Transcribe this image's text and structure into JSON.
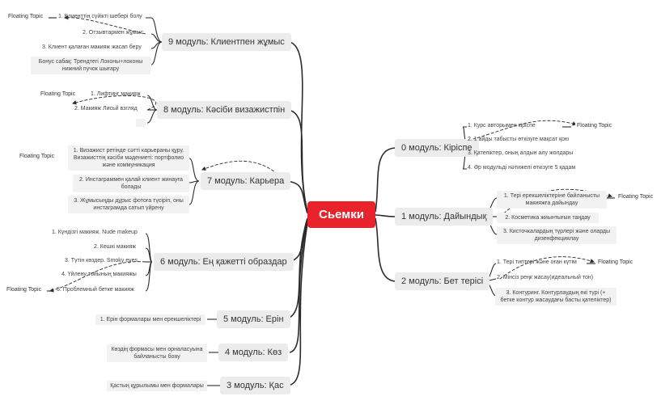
{
  "central": "Сьемки",
  "modules": {
    "m0": {
      "title": "0 модуль: Кіріспе",
      "items": [
        "1. Курс авторымен кіріспе",
        "2. 1 айды табысты өткізуге мақсат қою",
        "3. Қателіктер, оның алдын алу жолдары",
        "4. Әр модульді нәтижелі өткізуге 5 қадам"
      ]
    },
    "m1": {
      "title": "1 модуль: Дайындық",
      "items": [
        "1. Тері ерекшеліктеріне байланысты макияжға дайындау",
        "2. Косметика жиынтығын таңдау",
        "3. Кисточкалардың түрлері және оларды дизенфекциялау"
      ]
    },
    "m2": {
      "title": "2 модуль: Бет терісі",
      "items": [
        "1. Тері типтері және оған күтім",
        "2. Мінсіз реңк жасау(идеальный тон)",
        "3. Контуринг. Контурлаудың екі түрі (+ бетке контур жасаудағы басты қателіктер)"
      ]
    },
    "m3": {
      "title": "3 модуль: Қас",
      "items": [
        "Қастың құрылымы мен формалары"
      ]
    },
    "m4": {
      "title": "4 модуль: Көз",
      "items": [
        "Көздің формасы мен орналасуына байланысты бояу"
      ]
    },
    "m5": {
      "title": "5 модуль: Ерін",
      "items": [
        "1. Ерін формалары мен ерекшеліктері"
      ]
    },
    "m6": {
      "title": "6 модуль: Ең қажетті образдар",
      "items": [
        "1. Күндізгі макияж. Nude makeup",
        "2. Кешкі макияж",
        "3. Түтін көздер. Smoky eyes",
        "4. Үйлену тойының макияжы",
        "5. Проблемный бетке макияж"
      ]
    },
    "m7": {
      "title": "7 модуль: Карьера",
      "items": [
        "1. Визажист ретінде сәтті карьераны құру. Визажисттің кәсіби мәдениеті: портфолио және коммуникация",
        "2. Инстаграммен қалай клиент жинауға болады",
        "3. Жұмысыңды дұрыс фотоға түсіріп, оны инстаграмда сатып үйрену"
      ]
    },
    "m8": {
      "title": "8 модуль: Кәсіби визажистпін",
      "items": [
        "1. Лифтинг макияж",
        "2. Макияж Лисьй взгляд"
      ]
    },
    "m9": {
      "title": "9 модуль: Клиентпен жұмыс",
      "items": [
        "1. Клиенттің сүйікті шебері болу",
        "2. Отзывтармен жұмыс",
        "3. Клиент қалаған макияж жасап беру",
        "Бонус сабақ: Трендтегі Локоны+локоны нижний пучок шығару"
      ]
    }
  },
  "floating": "Floating Topic",
  "colors": {
    "central": "#e8232b",
    "line": "#2b2b2b"
  }
}
